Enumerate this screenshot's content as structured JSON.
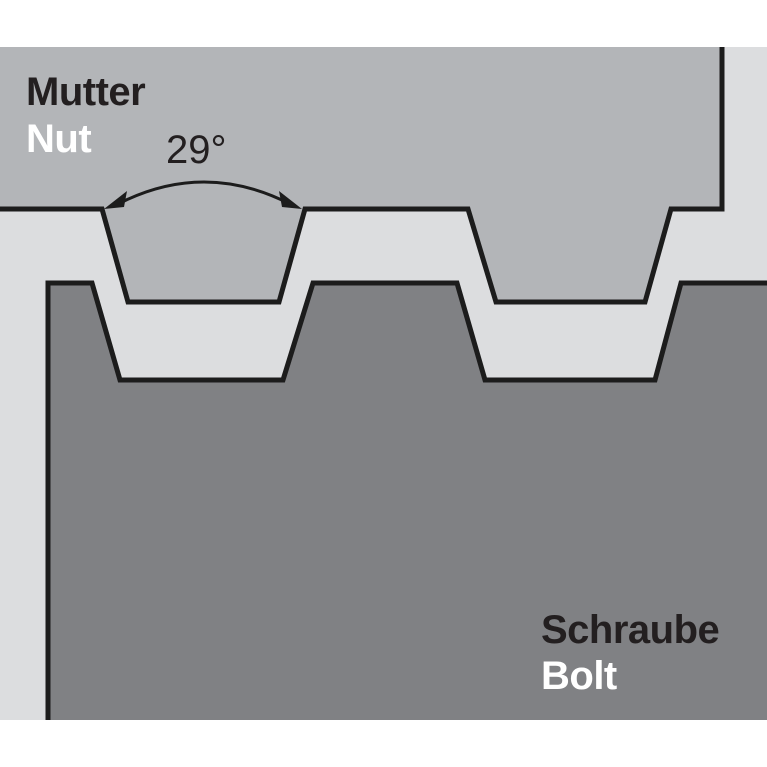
{
  "nut": {
    "label_de": "Mutter",
    "label_en": "Nut"
  },
  "bolt": {
    "label_de": "Schraube",
    "label_en": "Bolt"
  },
  "angle": {
    "value": "29°"
  },
  "colors": {
    "background": "#ffffff",
    "gap": "#dcdddf",
    "nut_fill": "#b3b5b8",
    "bolt_fill": "#808184",
    "outline": "#1c1c1c",
    "label_dark": "#231f20",
    "label_light": "#ffffff"
  },
  "icons": {
    "angle_arrow": "double-headed-curved-arrow-icon"
  }
}
